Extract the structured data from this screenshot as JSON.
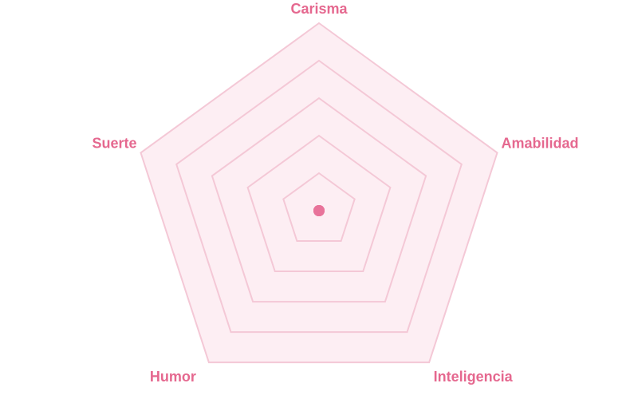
{
  "chart_data": {
    "type": "radar",
    "title": "",
    "axes": [
      "Carisma",
      "Amabilidad",
      "Inteligencia",
      "Humor",
      "Suerte"
    ],
    "series": [
      {
        "values": [
          0,
          0,
          0,
          0,
          0
        ]
      }
    ],
    "rlim": [
      0,
      5
    ],
    "grid_levels": 5,
    "grid": true,
    "legend": "none",
    "colors": {
      "label": "#e5688f",
      "grid_stroke": "#f4c8d6",
      "grid_fill": "#fdeef3",
      "point": "#e8739a"
    }
  }
}
